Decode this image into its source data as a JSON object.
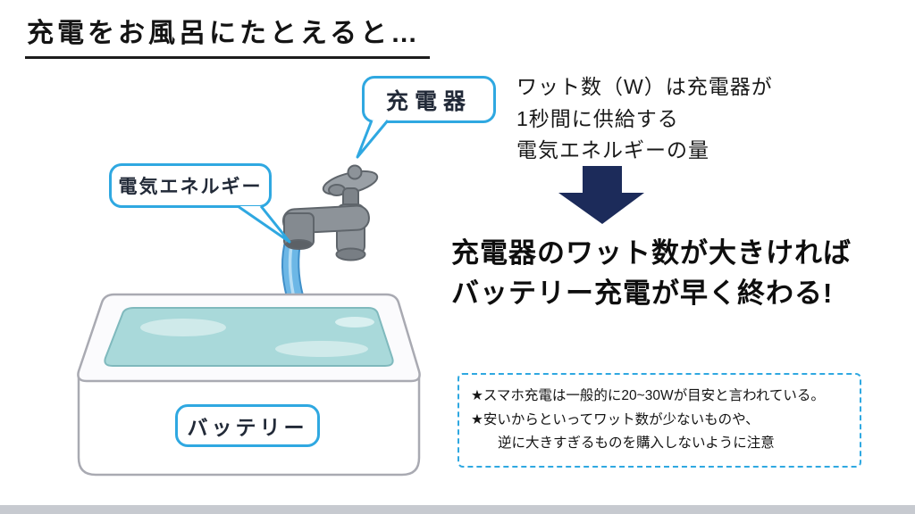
{
  "title": "充電をお風呂にたとえると…",
  "bubbles": {
    "charger": "充電器",
    "energy": "電気エネルギー",
    "battery": "バッテリー"
  },
  "wattage_note": {
    "line1": "ワット数（W）は充電器が",
    "line2": "1秒間に供給する",
    "line3": "電気エネルギーの量"
  },
  "conclusion": {
    "line1": "充電器のワット数が大きければ",
    "line2": "バッテリー充電が早く終わる!"
  },
  "tips": {
    "line1": "★スマホ充電は一般的に20~30Wが目安と言われている。",
    "line2": "★安いからといってワット数が少ないものや、",
    "line3": "逆に大きすぎるものを購入しないように注意"
  },
  "colors": {
    "bubble_border": "#2fa8e1",
    "tips_border": "#2fa8e1",
    "arrow_navy": "#1c2b5a",
    "water_fill": "#a9d9da",
    "stream_blue": "#6cb7e6",
    "faucet_gray": "#8d9399"
  }
}
